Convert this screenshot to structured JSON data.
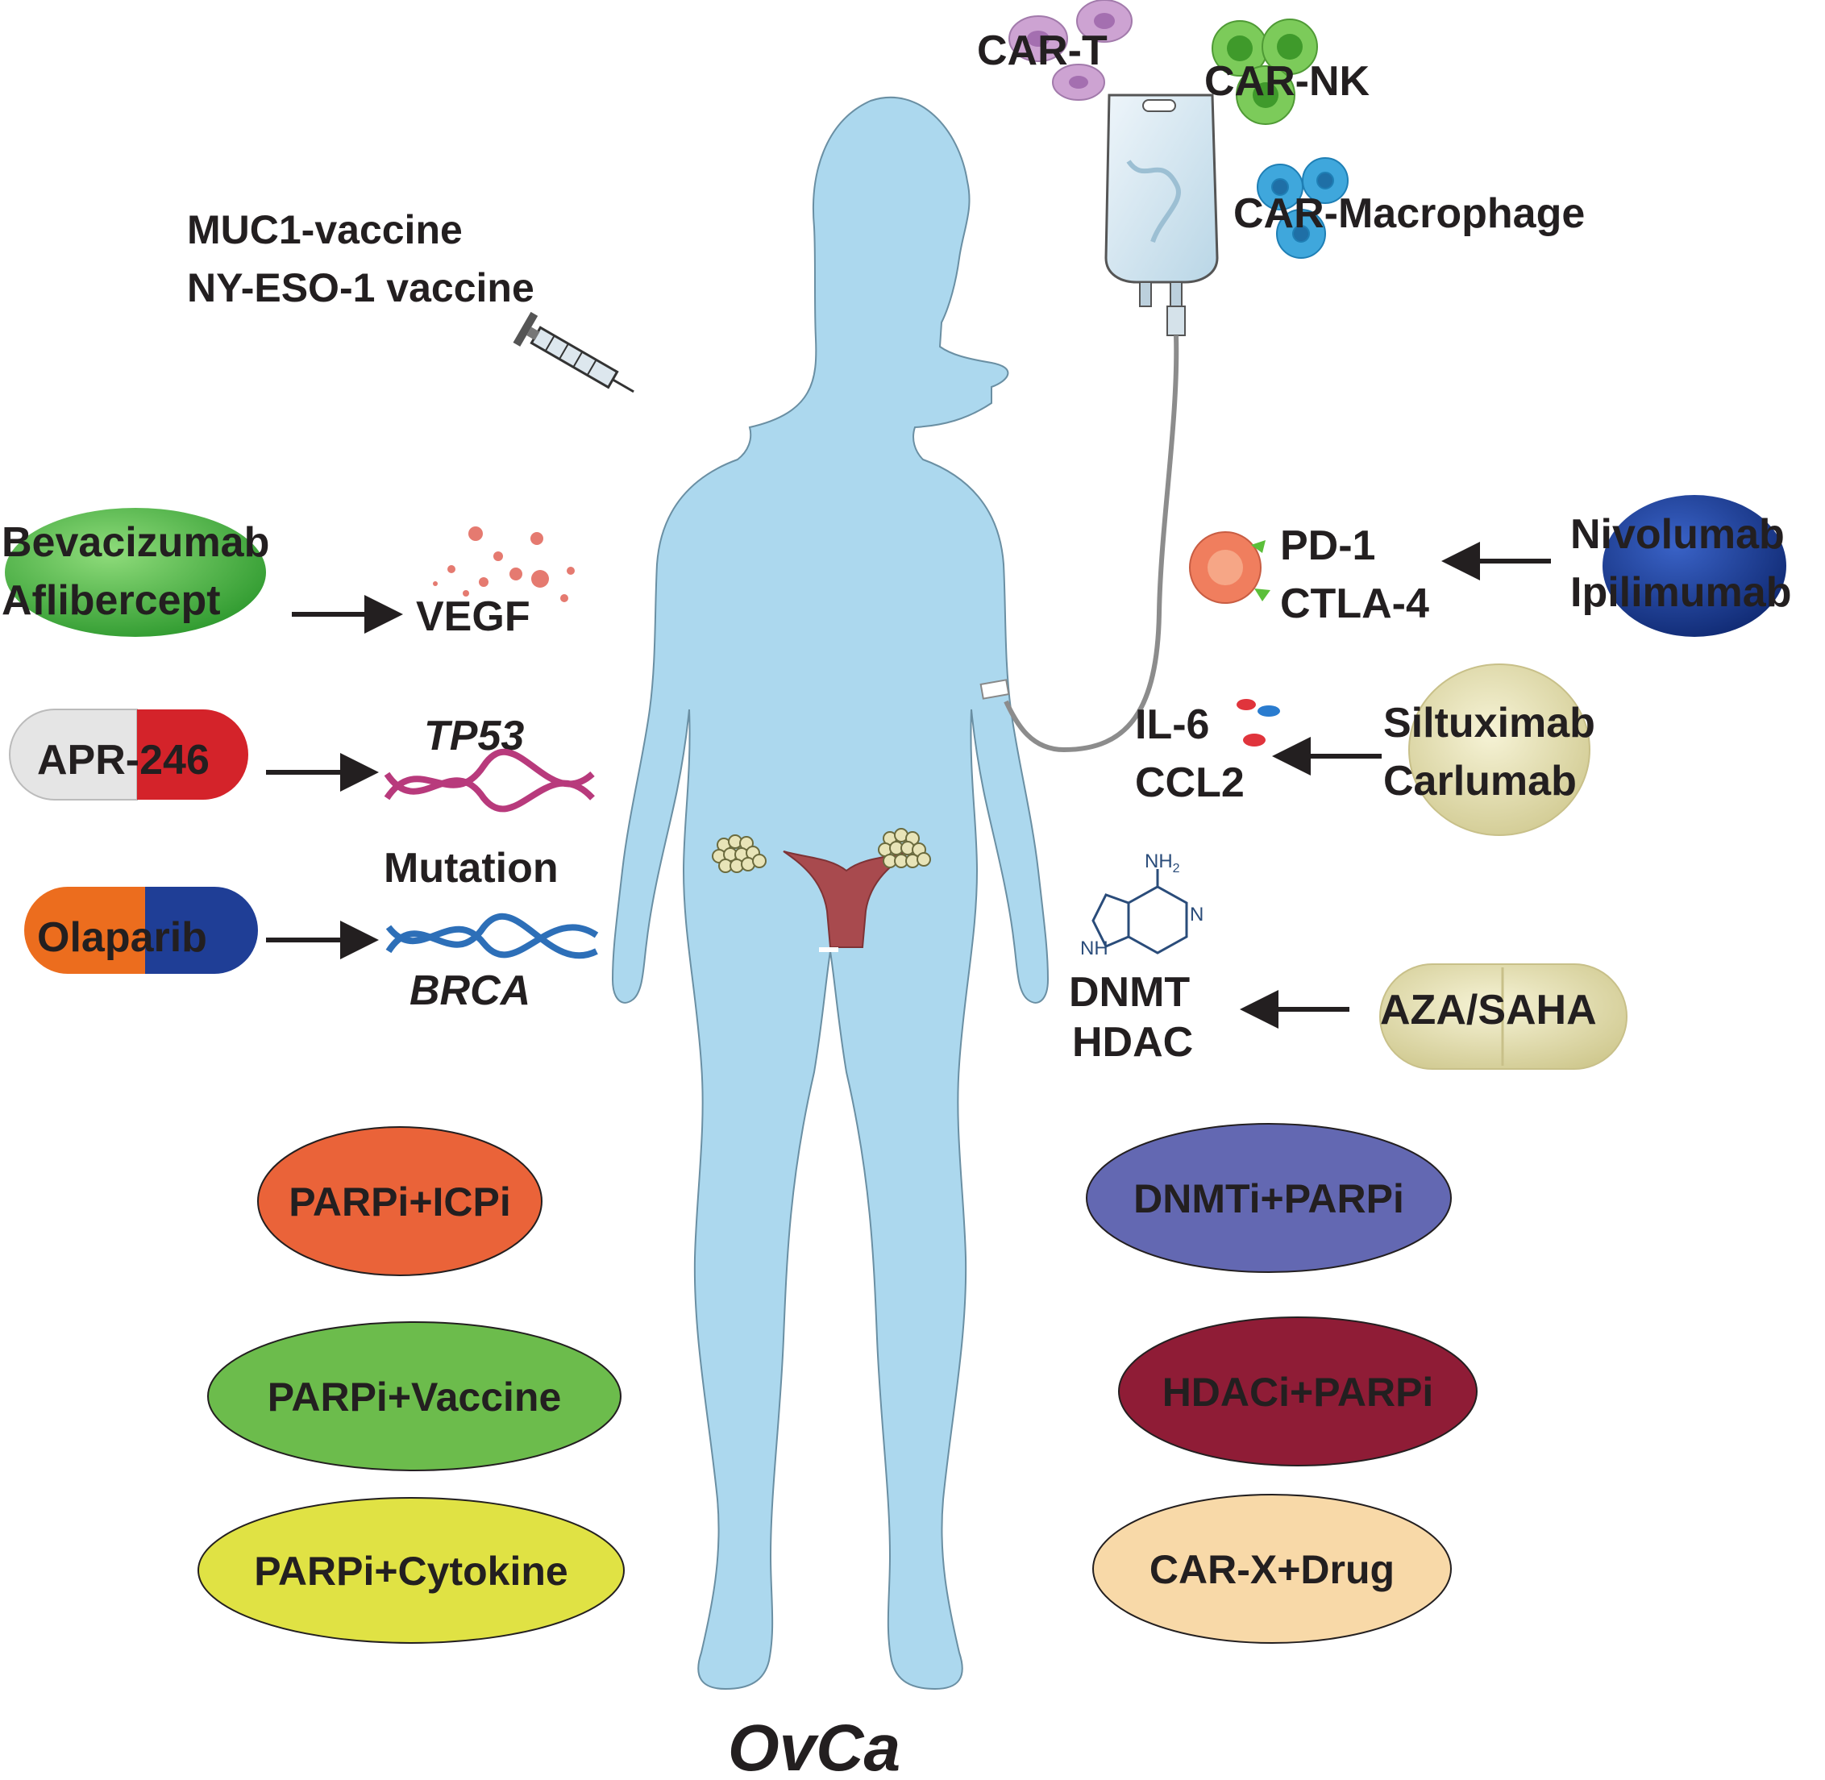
{
  "title": "OvCa",
  "colors": {
    "body": "#acd8ee",
    "uterus": "#a84a4e",
    "arrow": "#231f20",
    "bev_pill": "#56b848",
    "nivo_pill": "#1f3e96",
    "siltux_pill": "#e3deae",
    "aza_pill": "#e3deae",
    "apr_white": "#e5e5e5",
    "apr_red": "#d4232a",
    "ola_orange": "#ec6d1e",
    "ola_blue": "#1f3e96"
  },
  "vaccine": {
    "line1": "MUC1-vaccine",
    "line2": "NY-ESO-1 vaccine"
  },
  "cells": {
    "cart": "CAR-T",
    "carnk": "CAR-NK",
    "carm": "CAR-Macrophage"
  },
  "left_therapies": {
    "bev": {
      "line1": "Bevacizumab",
      "line2": "Aflibercept",
      "target": "VEGF"
    },
    "apr": {
      "drug": "APR-246",
      "target": "TP53"
    },
    "mutation": "Mutation",
    "ola": {
      "drug": "Olaparib",
      "target": "BRCA"
    }
  },
  "right_therapies": {
    "checkpoint": {
      "target1": "PD-1",
      "target2": "CTLA-4",
      "drug1": "Nivolumab",
      "drug2": "Ipilimumab"
    },
    "cytokine": {
      "target1": "IL-6",
      "target2": "CCL2",
      "drug1": "Siltuximab",
      "drug2": "Carlumab"
    },
    "epigenetic": {
      "nh2": "NH",
      "nh2_sub": "2",
      "n": "N",
      "nh": "NH",
      "target1": "DNMT",
      "target2": "HDAC",
      "drug": "AZA/SAHA"
    }
  },
  "combinations": [
    {
      "label": "PARPi+ICPi",
      "color": "#ea6339"
    },
    {
      "label": "PARPi+Vaccine",
      "color": "#6cbc4c"
    },
    {
      "label": "PARPi+Cytokine",
      "color": "#e0e244"
    },
    {
      "label": "DNMTi+PARPi",
      "color": "#6368b2"
    },
    {
      "label": "HDACi+PARPi",
      "color": "#8f1c36"
    },
    {
      "label": "CAR-X+Drug",
      "color": "#f8d9a8"
    }
  ]
}
